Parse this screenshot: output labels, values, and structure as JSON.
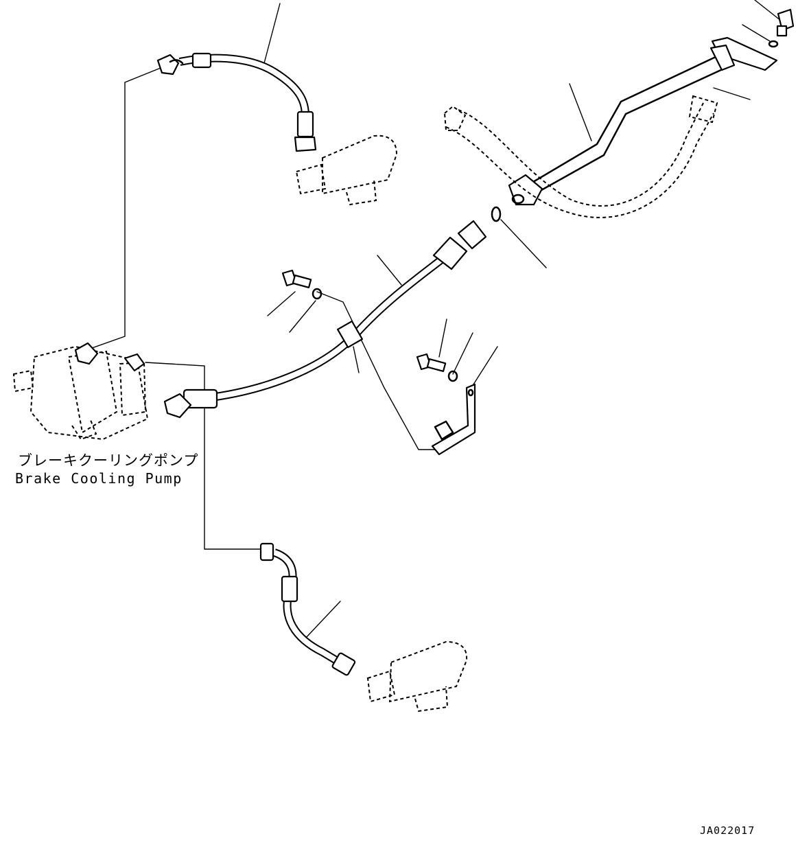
{
  "labels": {
    "pump_jp": "ブレーキクーリングポンプ",
    "pump_en": "Brake Cooling Pump",
    "drawing_code": "JA022017"
  },
  "colors": {
    "line": "#000000",
    "background": "#ffffff"
  }
}
